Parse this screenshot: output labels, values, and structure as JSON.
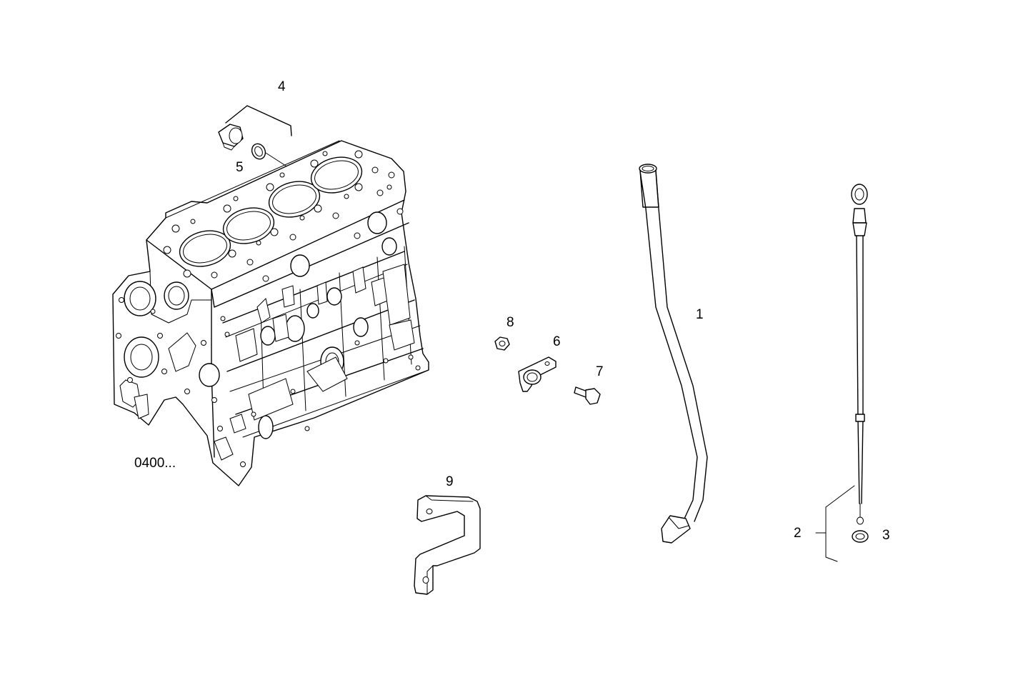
{
  "diagram": {
    "reference_label": "0400...",
    "callouts": {
      "c1": "1",
      "c2": "2",
      "c3": "3",
      "c4": "4",
      "c5": "5",
      "c6": "6",
      "c7": "7",
      "c8": "8",
      "c9": "9"
    }
  }
}
